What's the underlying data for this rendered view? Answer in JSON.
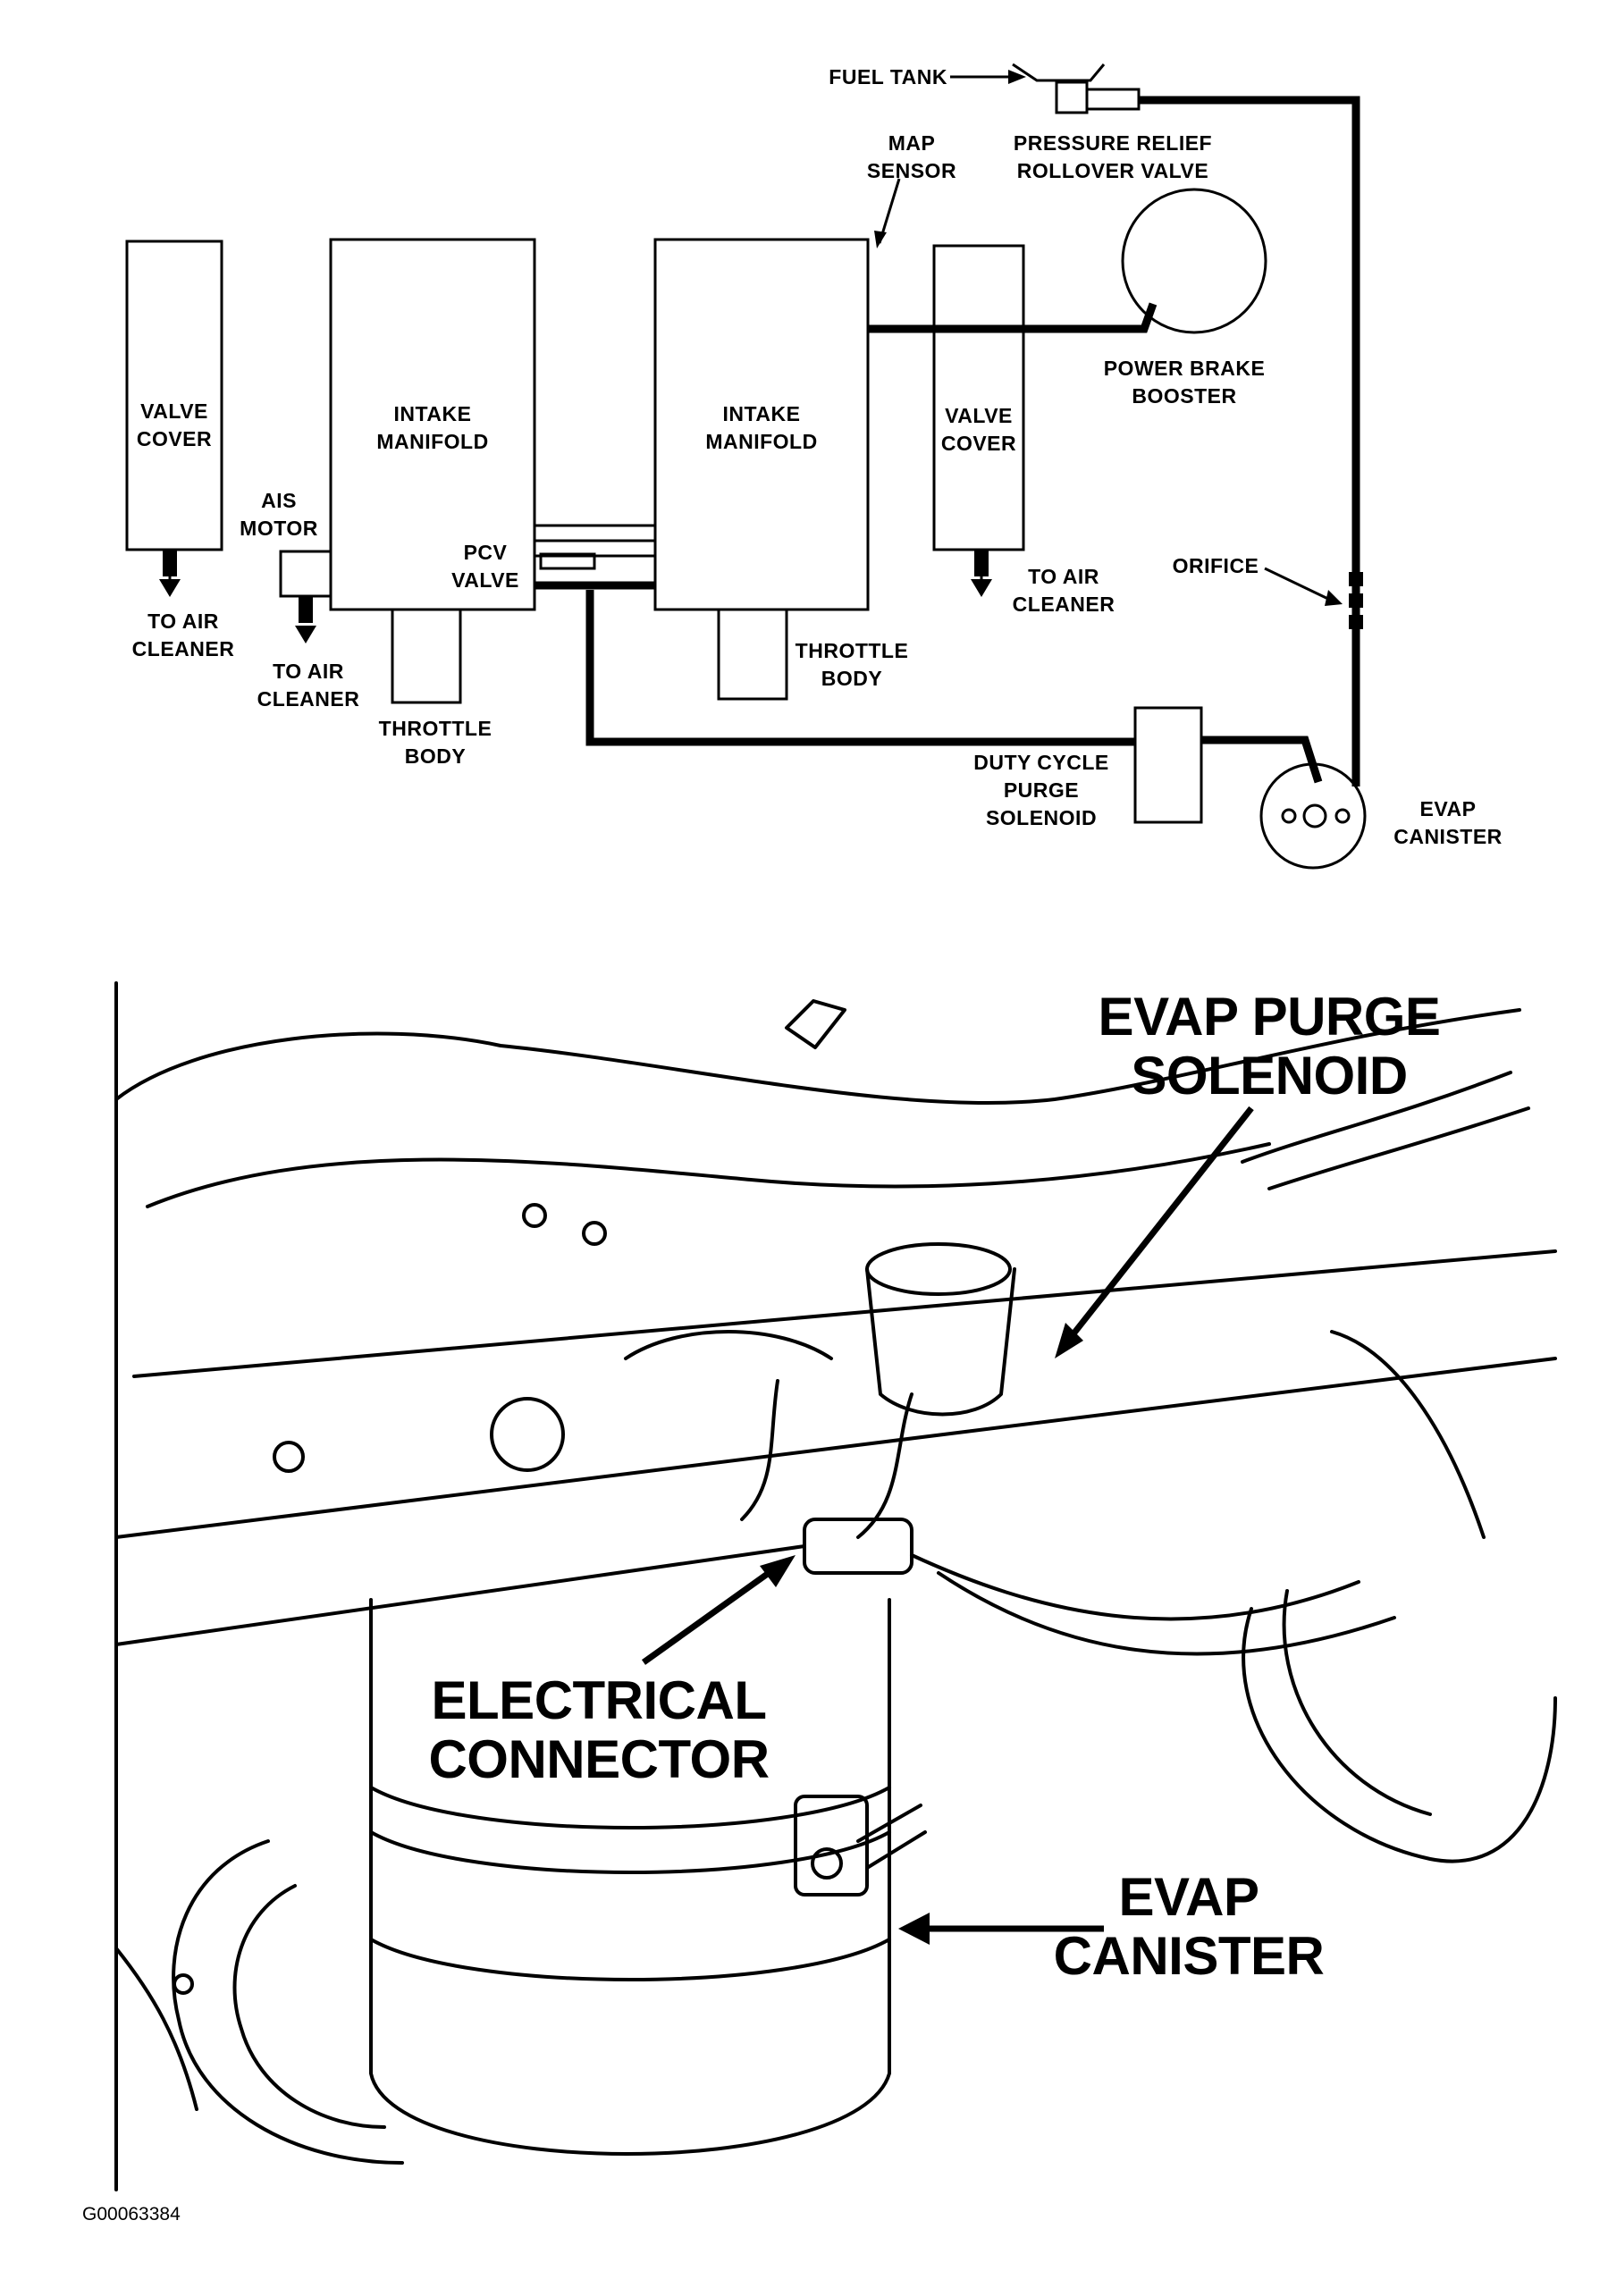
{
  "schematic": {
    "valve_cover_left": [
      "VALVE",
      "COVER"
    ],
    "intake_manifold_left": [
      "INTAKE",
      "MANIFOLD"
    ],
    "intake_manifold_right": [
      "INTAKE",
      "MANIFOLD"
    ],
    "valve_cover_right": [
      "VALVE",
      "COVER"
    ],
    "ais_motor": [
      "AIS",
      "MOTOR"
    ],
    "pcv_valve": [
      "PCV",
      "VALVE"
    ],
    "to_air_cleaner_left": [
      "TO AIR",
      "CLEANER"
    ],
    "to_air_cleaner_center": [
      "TO AIR",
      "CLEANER"
    ],
    "to_air_cleaner_right": [
      "TO AIR",
      "CLEANER"
    ],
    "throttle_body_left": [
      "THROTTLE",
      "BODY"
    ],
    "throttle_body_right": [
      "THROTTLE",
      "BODY"
    ],
    "fuel_tank": "FUEL TANK",
    "map_sensor": [
      "MAP",
      "SENSOR"
    ],
    "pressure_relief": [
      "PRESSURE RELIEF",
      "ROLLOVER VALVE"
    ],
    "power_brake_booster": [
      "POWER BRAKE",
      "BOOSTER"
    ],
    "orifice": "ORIFICE",
    "duty_cycle": [
      "DUTY CYCLE",
      "PURGE",
      "SOLENOID"
    ],
    "evap_canister": [
      "EVAP",
      "CANISTER"
    ]
  },
  "illustration": {
    "evap_purge_solenoid": [
      "EVAP PURGE",
      "SOLENOID"
    ],
    "electrical_connector": [
      "ELECTRICAL",
      "CONNECTOR"
    ],
    "evap_canister": [
      "EVAP",
      "CANISTER"
    ]
  },
  "figure_id": "G00063384"
}
